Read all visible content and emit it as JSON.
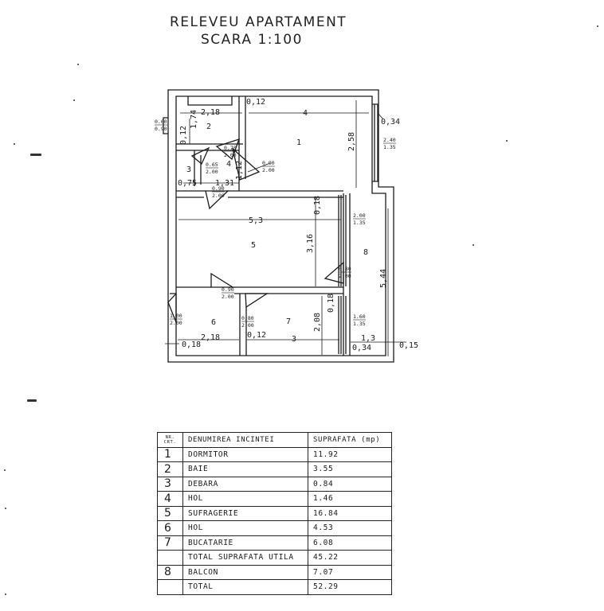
{
  "title": {
    "line1": "RELEVEU APARTAMENT",
    "line2": "SCARA 1:100"
  },
  "plan": {
    "room_numbers": [
      "1",
      "2",
      "3",
      "4",
      "5",
      "6",
      "7",
      "8"
    ],
    "dimensions": [
      "2,18",
      "0,12",
      "4",
      "0,34",
      "1,74",
      "2,58",
      "0,12",
      "1,12",
      "0,75",
      "1,31",
      "0,18",
      "5,3",
      "3,16",
      "5,44",
      "0,18",
      "2,08",
      "2,18",
      "0,12",
      "3",
      "1,3",
      "0,18",
      "0,34",
      "0,15"
    ],
    "openings": [
      {
        "w": "0.60",
        "h": "0.90"
      },
      {
        "w": "2.40",
        "h": "1.35"
      },
      {
        "w": "0.70",
        "h": "2.00"
      },
      {
        "w": "0.65",
        "h": "2.00"
      },
      {
        "w": "0.90",
        "h": "2.00"
      },
      {
        "w": "0.90",
        "h": "2.00"
      },
      {
        "w": "2.00",
        "h": "1.35"
      },
      {
        "w": "0.80",
        "h": "2.00"
      },
      {
        "w": "0.90",
        "h": "2.00"
      },
      {
        "w": "1.00",
        "h": "2.00"
      },
      {
        "w": "0.80",
        "h": "2.00"
      },
      {
        "w": "1.60",
        "h": "1.35"
      }
    ]
  },
  "table": {
    "headers": {
      "nr_line1": "NR.",
      "nr_line2": "CRT.",
      "name": "DENUMIREA INCINTEI",
      "area": "SUPRAFATA (mp)"
    },
    "rows": [
      {
        "nr": "1",
        "name": "DORMITOR",
        "area": "11.92"
      },
      {
        "nr": "2",
        "name": "BAIE",
        "area": "3.55"
      },
      {
        "nr": "3",
        "name": "DEBARA",
        "area": "0.84"
      },
      {
        "nr": "4",
        "name": "HOL",
        "area": "1.46"
      },
      {
        "nr": "5",
        "name": "SUFRAGERIE",
        "area": "16.84"
      },
      {
        "nr": "6",
        "name": "HOL",
        "area": "4.53"
      },
      {
        "nr": "7",
        "name": "BUCATARIE",
        "area": "6.08"
      },
      {
        "nr": "",
        "name": "TOTAL SUPRAFATA UTILA",
        "area": "45.22"
      },
      {
        "nr": "8",
        "name": "BALCON",
        "area": "7.07"
      },
      {
        "nr": "",
        "name": "TOTAL",
        "area": "52.29"
      }
    ]
  }
}
